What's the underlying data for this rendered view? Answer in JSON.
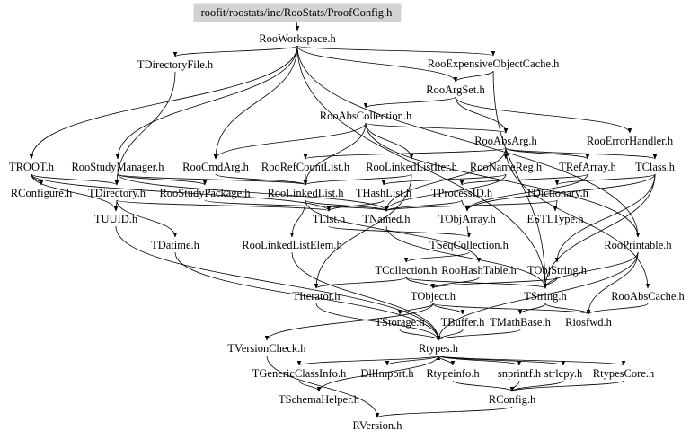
{
  "diagram": {
    "type": "include-dependency-graph",
    "root": "roofit/roostats/inc/RooStats/ProofConfig.h",
    "nodes": [
      {
        "id": "root",
        "label": "roofit/roostats/inc/RooStats/ProofConfig.h"
      },
      {
        "id": "RooWorkspace",
        "label": "RooWorkspace.h"
      },
      {
        "id": "TDirectoryFile",
        "label": "TDirectoryFile.h"
      },
      {
        "id": "RooExpensiveObjectCache",
        "label": "RooExpensiveObjectCache.h"
      },
      {
        "id": "RooArgSet",
        "label": "RooArgSet.h"
      },
      {
        "id": "RooAbsCollection",
        "label": "RooAbsCollection.h"
      },
      {
        "id": "RooErrorHandler",
        "label": "RooErrorHandler.h"
      },
      {
        "id": "RooAbsArg",
        "label": "RooAbsArg.h"
      },
      {
        "id": "TROOT",
        "label": "TROOT.h"
      },
      {
        "id": "RooStudyManager",
        "label": "RooStudyManager.h"
      },
      {
        "id": "RooCmdArg",
        "label": "RooCmdArg.h"
      },
      {
        "id": "RooRefCountList",
        "label": "RooRefCountList.h"
      },
      {
        "id": "RooLinkedListIter",
        "label": "RooLinkedListIter.h"
      },
      {
        "id": "RooNameReg",
        "label": "RooNameReg.h"
      },
      {
        "id": "TRefArray",
        "label": "TRefArray.h"
      },
      {
        "id": "TClass",
        "label": "TClass.h"
      },
      {
        "id": "RConfigure",
        "label": "RConfigure.h"
      },
      {
        "id": "TDirectory",
        "label": "TDirectory.h"
      },
      {
        "id": "RooStudyPackage",
        "label": "RooStudyPackage.h"
      },
      {
        "id": "RooLinkedList",
        "label": "RooLinkedList.h"
      },
      {
        "id": "THashList",
        "label": "THashList.h"
      },
      {
        "id": "TProcessID",
        "label": "TProcessID.h"
      },
      {
        "id": "TDictionary",
        "label": "TDictionary.h"
      },
      {
        "id": "TUUID",
        "label": "TUUID.h"
      },
      {
        "id": "TList",
        "label": "TList.h"
      },
      {
        "id": "TNamed",
        "label": "TNamed.h"
      },
      {
        "id": "TObjArray",
        "label": "TObjArray.h"
      },
      {
        "id": "ESTLType",
        "label": "ESTLType.h"
      },
      {
        "id": "TDatime",
        "label": "TDatime.h"
      },
      {
        "id": "RooLinkedListElem",
        "label": "RooLinkedListElem.h"
      },
      {
        "id": "TSeqCollection",
        "label": "TSeqCollection.h"
      },
      {
        "id": "RooPrintable",
        "label": "RooPrintable.h"
      },
      {
        "id": "TCollection",
        "label": "TCollection.h"
      },
      {
        "id": "RooHashTable",
        "label": "RooHashTable.h"
      },
      {
        "id": "TObjString",
        "label": "TObjString.h"
      },
      {
        "id": "TIterator",
        "label": "TIterator.h"
      },
      {
        "id": "TObject",
        "label": "TObject.h"
      },
      {
        "id": "TString",
        "label": "TString.h"
      },
      {
        "id": "RooAbsCache",
        "label": "RooAbsCache.h"
      },
      {
        "id": "TStorage",
        "label": "TStorage.h"
      },
      {
        "id": "TBuffer",
        "label": "TBuffer.h"
      },
      {
        "id": "TMathBase",
        "label": "TMathBase.h"
      },
      {
        "id": "Riosfwd",
        "label": "Riosfwd.h"
      },
      {
        "id": "TVersionCheck",
        "label": "TVersionCheck.h"
      },
      {
        "id": "Rtypes",
        "label": "Rtypes.h"
      },
      {
        "id": "TGenericClassInfo",
        "label": "TGenericClassInfo.h"
      },
      {
        "id": "DllImport",
        "label": "DllImport.h"
      },
      {
        "id": "Rtypeinfo",
        "label": "Rtypeinfo.h"
      },
      {
        "id": "snprintf",
        "label": "snprintf.h"
      },
      {
        "id": "strlcpy",
        "label": "strlcpy.h"
      },
      {
        "id": "RtypesCore",
        "label": "RtypesCore.h"
      },
      {
        "id": "TSchemaHelper",
        "label": "TSchemaHelper.h"
      },
      {
        "id": "RConfig",
        "label": "RConfig.h"
      },
      {
        "id": "RVersion",
        "label": "RVersion.h"
      }
    ],
    "edges": [
      [
        "root",
        "RooWorkspace"
      ],
      [
        "RooWorkspace",
        "TDirectoryFile"
      ],
      [
        "RooWorkspace",
        "RooExpensiveObjectCache"
      ],
      [
        "RooWorkspace",
        "RooArgSet"
      ],
      [
        "RooWorkspace",
        "TROOT"
      ],
      [
        "RooWorkspace",
        "RooStudyManager"
      ],
      [
        "RooWorkspace",
        "RooCmdArg"
      ],
      [
        "RooWorkspace",
        "RooPrintable"
      ],
      [
        "RooWorkspace",
        "TString"
      ],
      [
        "TDirectoryFile",
        "TDirectory"
      ],
      [
        "RooExpensiveObjectCache",
        "RooArgSet"
      ],
      [
        "RooExpensiveObjectCache",
        "TString"
      ],
      [
        "RooArgSet",
        "RooAbsCollection"
      ],
      [
        "RooArgSet",
        "RooErrorHandler"
      ],
      [
        "RooArgSet",
        "RooAbsArg"
      ],
      [
        "RooAbsCollection",
        "RooAbsArg"
      ],
      [
        "RooAbsCollection",
        "RooCmdArg"
      ],
      [
        "RooAbsCollection",
        "RooLinkedList"
      ],
      [
        "RooAbsCollection",
        "RooLinkedListIter"
      ],
      [
        "RooAbsCollection",
        "RooPrintable"
      ],
      [
        "RooAbsArg",
        "RooRefCountList"
      ],
      [
        "RooAbsArg",
        "RooNameReg"
      ],
      [
        "RooAbsArg",
        "TRefArray"
      ],
      [
        "RooAbsArg",
        "TClass"
      ],
      [
        "RooAbsArg",
        "RooAbsCache"
      ],
      [
        "RooAbsArg",
        "TNamed"
      ],
      [
        "TROOT",
        "RConfigure"
      ],
      [
        "TROOT",
        "TDirectory"
      ],
      [
        "TROOT",
        "TUUID"
      ],
      [
        "TROOT",
        "TList"
      ],
      [
        "RooStudyManager",
        "RooStudyPackage"
      ],
      [
        "RooStudyManager",
        "RooLinkedList"
      ],
      [
        "RooStudyManager",
        "TNamed"
      ],
      [
        "RooCmdArg",
        "RooLinkedList"
      ],
      [
        "RooRefCountList",
        "RooLinkedList"
      ],
      [
        "RooLinkedListIter",
        "RooLinkedList"
      ],
      [
        "RooLinkedListIter",
        "TIterator"
      ],
      [
        "RooNameReg",
        "TNamed"
      ],
      [
        "RooNameReg",
        "THashList"
      ],
      [
        "TRefArray",
        "TObjArray"
      ],
      [
        "TRefArray",
        "TProcessID"
      ],
      [
        "TClass",
        "TDictionary"
      ],
      [
        "TClass",
        "TObjArray"
      ],
      [
        "TClass",
        "TObjString"
      ],
      [
        "TClass",
        "TString"
      ],
      [
        "TDirectory",
        "TUUID"
      ],
      [
        "TDirectory",
        "TDatime"
      ],
      [
        "TDirectory",
        "TList"
      ],
      [
        "RooStudyPackage",
        "TNamed"
      ],
      [
        "RooLinkedList",
        "RooLinkedListElem"
      ],
      [
        "RooLinkedList",
        "RooHashTable"
      ],
      [
        "RooLinkedList",
        "TNamed"
      ],
      [
        "THashList",
        "TList"
      ],
      [
        "TProcessID",
        "TNamed"
      ],
      [
        "TProcessID",
        "TObjArray"
      ],
      [
        "TDictionary",
        "ESTLType"
      ],
      [
        "TDictionary",
        "TNamed"
      ],
      [
        "TUUID",
        "Rtypes"
      ],
      [
        "TList",
        "TSeqCollection"
      ],
      [
        "TNamed",
        "TString"
      ],
      [
        "TObjArray",
        "TSeqCollection"
      ],
      [
        "TDatime",
        "Rtypes"
      ],
      [
        "RooLinkedListElem",
        "Rtypes"
      ],
      [
        "TSeqCollection",
        "TCollection"
      ],
      [
        "RooPrintable",
        "TString"
      ],
      [
        "RooPrintable",
        "Riosfwd"
      ],
      [
        "RooPrintable",
        "Rtypes"
      ],
      [
        "TCollection",
        "TObject"
      ],
      [
        "TCollection",
        "TIterator"
      ],
      [
        "TCollection",
        "TString"
      ],
      [
        "RooHashTable",
        "TObject"
      ],
      [
        "TObjString",
        "TObject"
      ],
      [
        "TObjString",
        "TString"
      ],
      [
        "TIterator",
        "Rtypes"
      ],
      [
        "TObject",
        "TStorage"
      ],
      [
        "TObject",
        "TBuffer"
      ],
      [
        "TObject",
        "TVersionCheck"
      ],
      [
        "TObject",
        "Riosfwd"
      ],
      [
        "TString",
        "TMathBase"
      ],
      [
        "TString",
        "Riosfwd"
      ],
      [
        "RooAbsCache",
        "Riosfwd"
      ],
      [
        "TStorage",
        "Rtypes"
      ],
      [
        "TBuffer",
        "Rtypes"
      ],
      [
        "TMathBase",
        "Rtypes"
      ],
      [
        "TVersionCheck",
        "RVersion"
      ],
      [
        "Rtypes",
        "TGenericClassInfo"
      ],
      [
        "Rtypes",
        "DllImport"
      ],
      [
        "Rtypes",
        "Rtypeinfo"
      ],
      [
        "Rtypes",
        "snprintf"
      ],
      [
        "Rtypes",
        "strlcpy"
      ],
      [
        "Rtypes",
        "RtypesCore"
      ],
      [
        "TGenericClassInfo",
        "TSchemaHelper"
      ],
      [
        "TSchemaHelper",
        "Rtypes"
      ],
      [
        "Rtypeinfo",
        "RConfig"
      ],
      [
        "snprintf",
        "RConfig"
      ],
      [
        "strlcpy",
        "RConfig"
      ],
      [
        "RtypesCore",
        "RConfig"
      ],
      [
        "RConfig",
        "RVersion"
      ]
    ]
  }
}
